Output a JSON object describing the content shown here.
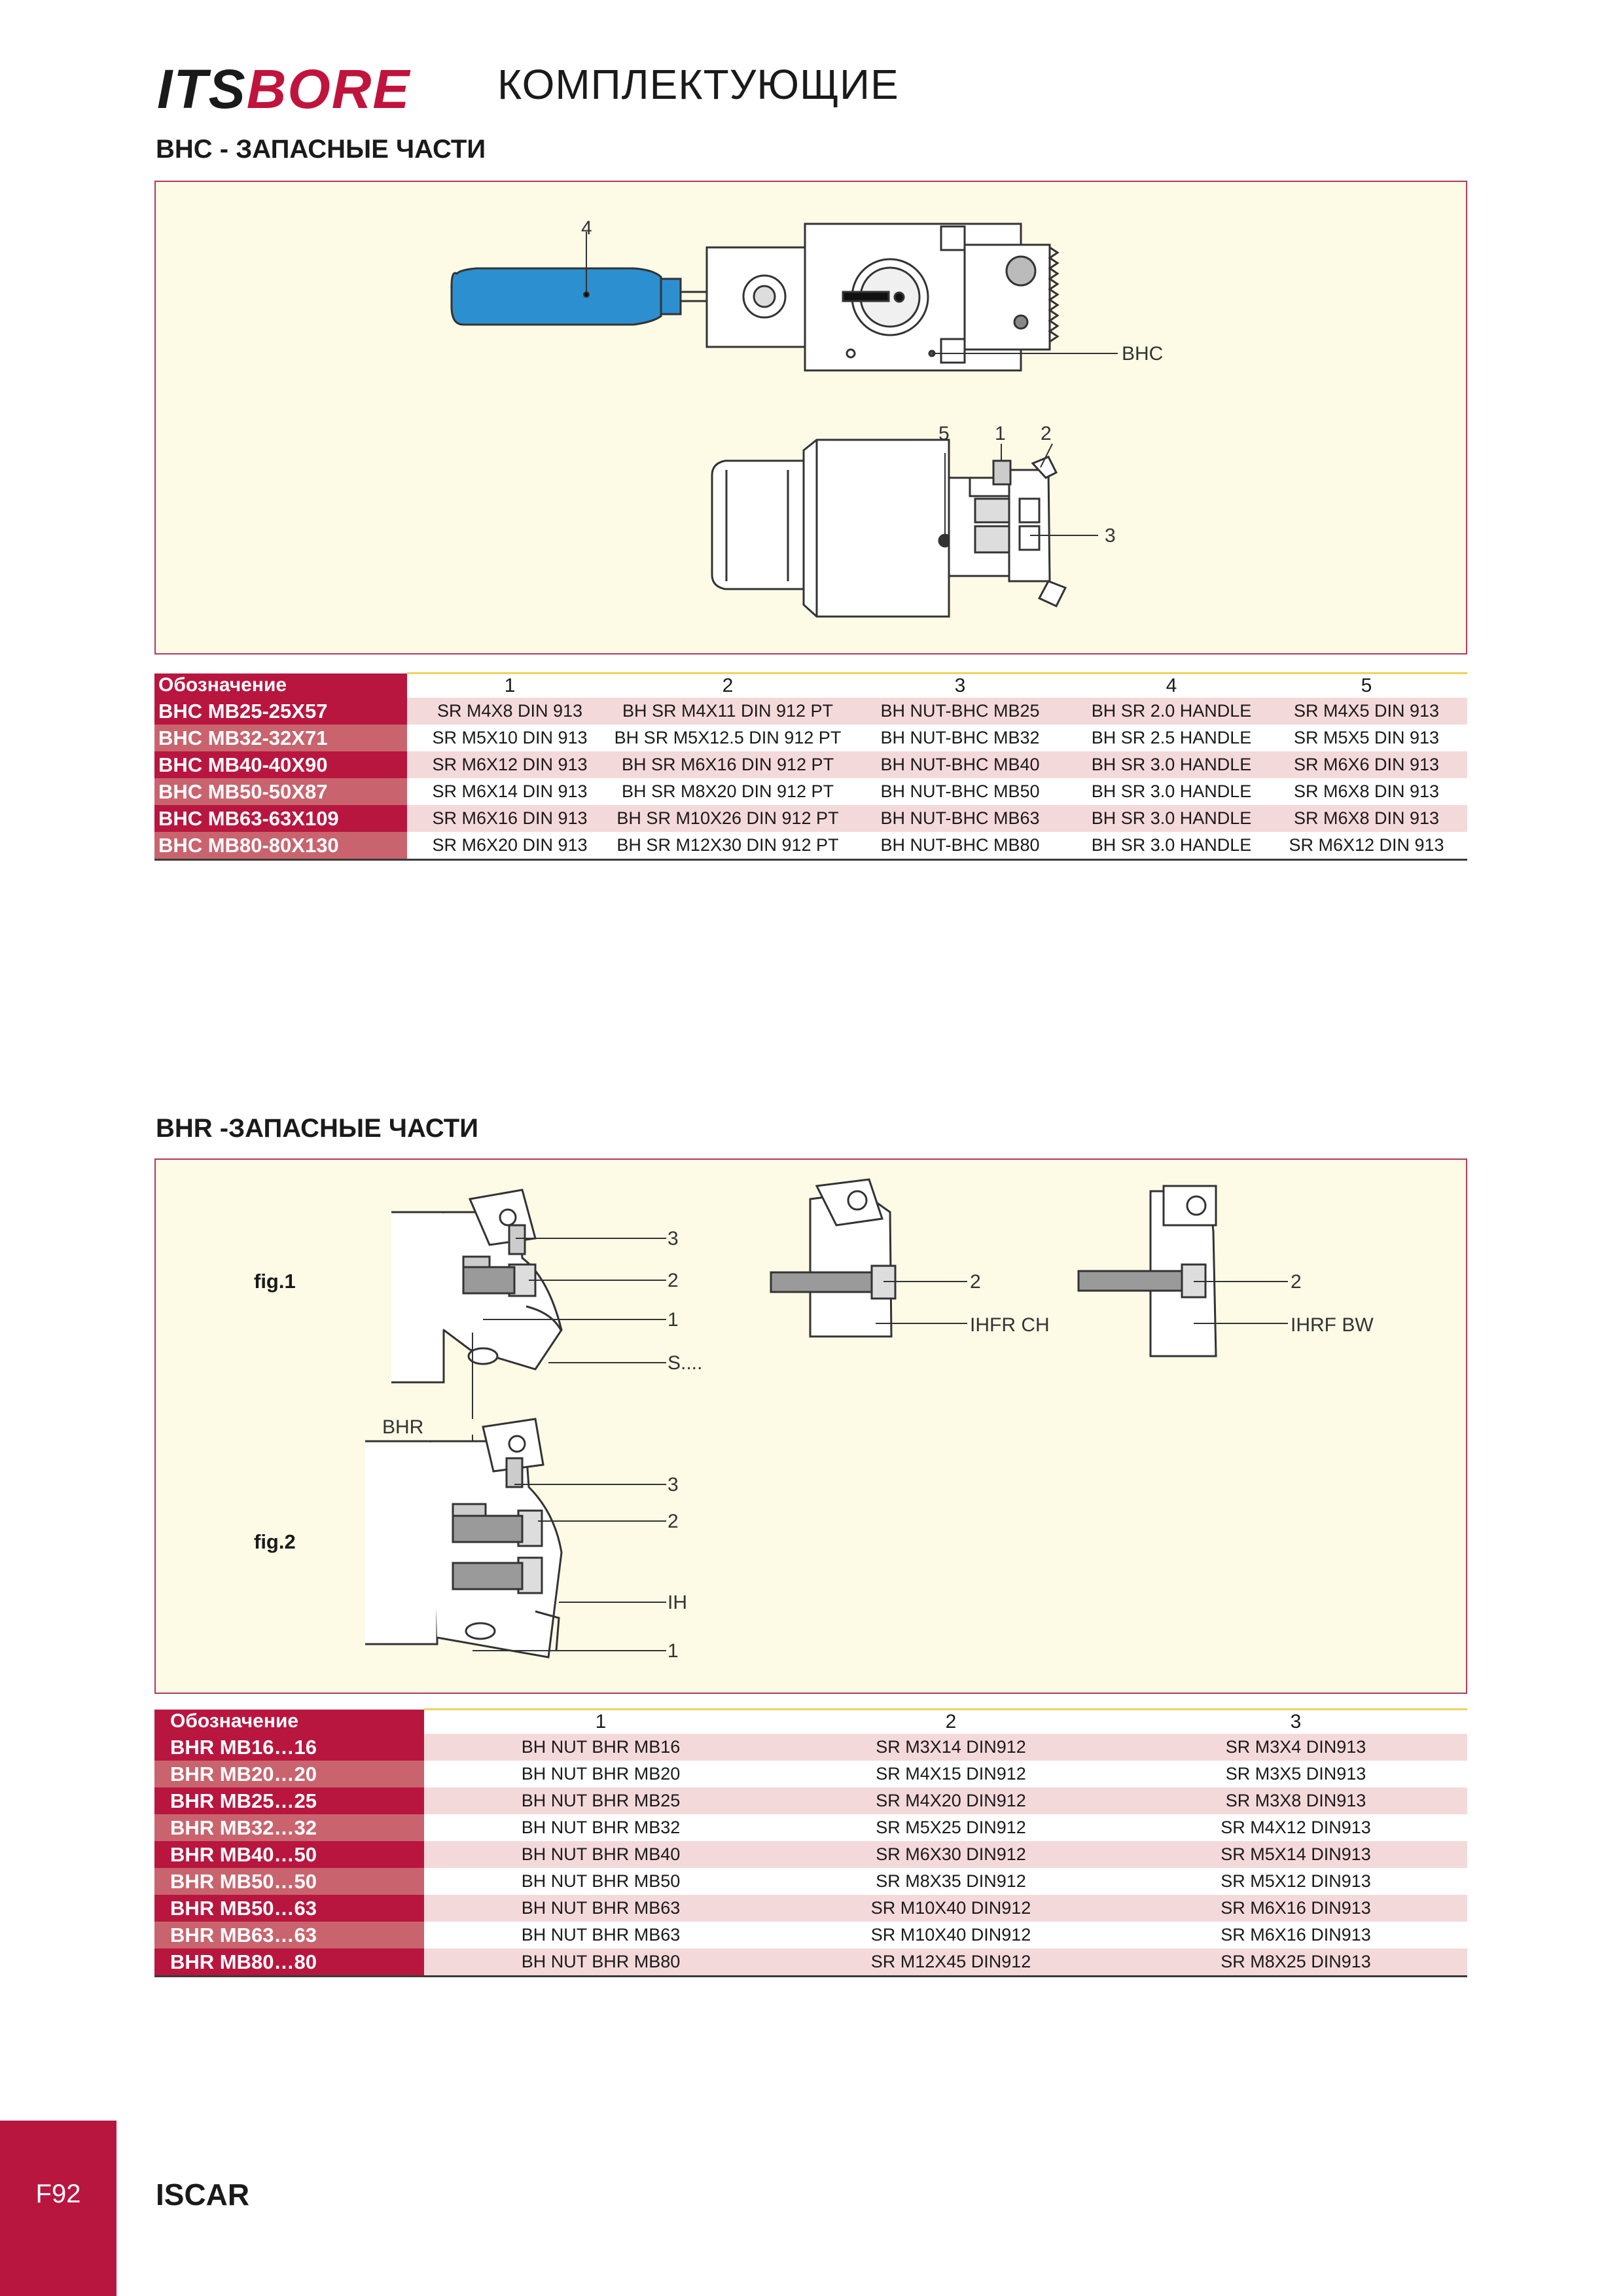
{
  "header": {
    "brand_its": "ITS",
    "brand_bore": "BORE",
    "page_title": "КОМПЛЕКТУЮЩИЕ"
  },
  "bhc": {
    "section_title": "BHC - ЗАПАСНЫЕ ЧАСТИ",
    "figure": {
      "callout_4": "4",
      "callout_bhc": "BHC",
      "callout_5": "5",
      "callout_1": "1",
      "callout_2": "2",
      "callout_3": "3"
    },
    "table": {
      "headers": [
        "Обозначение",
        "1",
        "2",
        "3",
        "4",
        "5"
      ],
      "rows": [
        [
          "BHC MB25-25X57",
          "SR M4X8 DIN 913",
          "BH SR M4X11 DIN 912 PT",
          "BH NUT-BHC MB25",
          "BH SR 2.0 HANDLE",
          "SR M4X5 DIN 913"
        ],
        [
          "BHC MB32-32X71",
          "SR M5X10 DIN 913",
          "BH SR M5X12.5 DIN 912 PT",
          "BH NUT-BHC MB32",
          "BH SR 2.5 HANDLE",
          "SR M5X5 DIN 913"
        ],
        [
          "BHC MB40-40X90",
          "SR M6X12 DIN 913",
          "BH SR M6X16 DIN 912 PT",
          "BH NUT-BHC MB40",
          "BH SR 3.0 HANDLE",
          "SR M6X6 DIN 913"
        ],
        [
          "BHC MB50-50X87",
          "SR M6X14 DIN 913",
          "BH SR M8X20 DIN 912 PT",
          "BH NUT-BHC MB50",
          "BH SR 3.0 HANDLE",
          "SR M6X8 DIN 913"
        ],
        [
          "BHC MB63-63X109",
          "SR M6X16 DIN 913",
          "BH SR M10X26 DIN 912 PT",
          "BH NUT-BHC MB63",
          "BH SR 3.0 HANDLE",
          "SR M6X8 DIN 913"
        ],
        [
          "BHC MB80-80X130",
          "SR M6X20 DIN 913",
          "BH SR M12X30 DIN 912 PT",
          "BH NUT-BHC MB80",
          "BH SR 3.0 HANDLE",
          "SR M6X12 DIN 913"
        ]
      ]
    }
  },
  "bhr": {
    "section_title": "BHR -ЗАПАСНЫЕ ЧАСТИ",
    "figure": {
      "fig1_label": "fig.1",
      "fig2_label": "fig.2",
      "fig1_callout_3": "3",
      "fig1_callout_2": "2",
      "fig1_callout_1": "1",
      "fig1_callout_s": "S....",
      "callout_bhr": "BHR",
      "fig2_callout_3": "3",
      "fig2_callout_2": "2",
      "fig2_callout_ih": "IH",
      "fig2_callout_1": "1",
      "ihfr_callout_2": "2",
      "ihfr_label": "IHFR CH",
      "ihrf_callout_2": "2",
      "ihrf_label": "IHRF BW"
    },
    "table": {
      "headers": [
        "Обозначение",
        "1",
        "2",
        "3"
      ],
      "rows": [
        [
          "BHR MB16…16",
          "BH NUT BHR MB16",
          "SR M3X14 DIN912",
          "SR M3X4 DIN913"
        ],
        [
          "BHR MB20…20",
          "BH NUT BHR MB20",
          "SR M4X15 DIN912",
          "SR M3X5 DIN913"
        ],
        [
          "BHR MB25…25",
          "BH NUT BHR MB25",
          "SR M4X20 DIN912",
          "SR M3X8 DIN913"
        ],
        [
          "BHR MB32…32",
          "BH NUT BHR MB32",
          "SR M5X25 DIN912",
          "SR M4X12 DIN913"
        ],
        [
          "BHR MB40…50",
          "BH NUT BHR MB40",
          "SR M6X30 DIN912",
          "SR M5X14 DIN913"
        ],
        [
          "BHR MB50…50",
          "BH NUT BHR MB50",
          "SR M8X35 DIN912",
          "SR M5X12 DIN913"
        ],
        [
          "BHR MB50…63",
          "BH NUT BHR MB63",
          "SR M10X40 DIN912",
          "SR M6X16 DIN913"
        ],
        [
          "BHR MB63…63",
          "BH NUT BHR MB63",
          "SR M10X40 DIN912",
          "SR M6X16 DIN913"
        ],
        [
          "BHR MB80…80",
          "BH NUT BHR MB80",
          "SR M12X45 DIN912",
          "SR M8X25 DIN913"
        ]
      ]
    }
  },
  "footer": {
    "page_number": "F92",
    "brand": "ISCAR"
  },
  "colors": {
    "accent": "#b8163f",
    "accent_light": "#c9646e",
    "row_tint": "#f4d9db",
    "frame_bg": "#fdfbe6",
    "handle_blue": "#2b8fd0"
  }
}
